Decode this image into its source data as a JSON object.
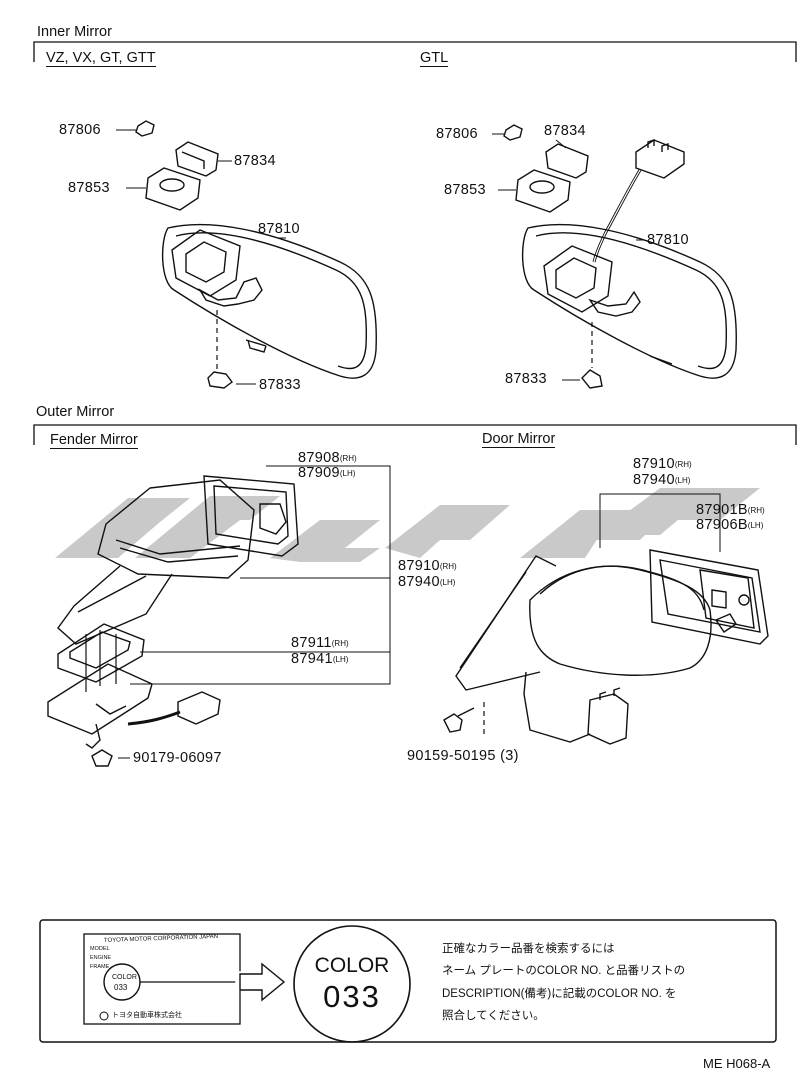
{
  "sections": {
    "inner_mirror": "Inner Mirror",
    "outer_mirror": "Outer Mirror"
  },
  "subsections": {
    "vz": "VZ, VX, GT, GTT",
    "gtl": "GTL",
    "fender": "Fender Mirror",
    "door": "Door Mirror"
  },
  "parts_left": {
    "p87806": "87806",
    "p87834": "87834",
    "p87853": "87853",
    "p87810": "87810",
    "p87833": "87833"
  },
  "parts_right": {
    "p87806": "87806",
    "p87834": "87834",
    "p87853": "87853",
    "p87810": "87810",
    "p87833": "87833"
  },
  "fender_parts": {
    "p87908": "87908",
    "p87909": "87909",
    "p87910": "87910",
    "p87940": "87940",
    "p87911": "87911",
    "p87941": "87941",
    "p90179": "90179-06097"
  },
  "door_parts": {
    "p87910": "87910",
    "p87940": "87940",
    "p87901B": "87901B",
    "p87906B": "87906B",
    "p90159": "90159-50195 (3)"
  },
  "side": {
    "rh": "(RH)",
    "lh": "(LH)"
  },
  "plate": {
    "company": "TOYOTA MOTOR CORPORATION JAPAN",
    "model": "MODEL",
    "engine": "ENGINE",
    "frame": "FRAME",
    "color_small": "COLOR",
    "code_small": "033",
    "maker": "トヨタ自動車株式会社",
    "color_big": "COLOR",
    "code_big": "033"
  },
  "note_lines": [
    "正確なカラー品番を検索するには",
    "ネーム プレートのCOLOR NO. と品番リストの",
    "DESCRIPTION(備考)に記載のCOLOR NO. を",
    "照合してください。"
  ],
  "figure_code": "ME H068-A",
  "watermark": {
    "color": "#c9c9c9"
  }
}
